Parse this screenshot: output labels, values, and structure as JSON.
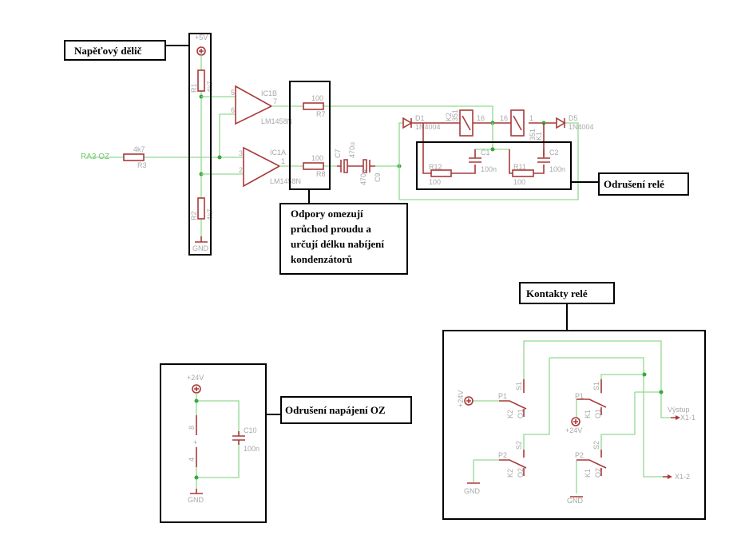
{
  "annotations": {
    "divider": "Napěťový dělič",
    "resistors_note": [
      "Odpory omezují",
      "průchod proudu a",
      "určují délku nabíjení",
      "kondenzátorů"
    ],
    "relay_filter": "Odrušení relé",
    "opamp_supply_filter": "Odrušení napájení OZ",
    "relay_contacts": "Kontakty relé"
  },
  "labels": {
    "vcc5": "+5V",
    "gnd": "GND",
    "vcc24": "+24V",
    "input_net": "RA3 OZ",
    "r1": "R1",
    "r1_val": "4k7",
    "r2": "R2",
    "r2_val": "4k7",
    "r3": "R3",
    "r3_val": "4k7",
    "r7": "R7",
    "r7_val": "100",
    "r8": "R8",
    "r8_val": "100",
    "r11": "R11",
    "r11_val": "100",
    "r12": "R12",
    "r12_val": "100",
    "ic1a": "IC1A",
    "ic1b": "IC1B",
    "ic_type": "LM1458N",
    "pin1": "1",
    "pin2": "2",
    "pin3": "3",
    "pin5": "5",
    "pin6": "6",
    "pin7": "7",
    "pin4": "4",
    "pin8": "8",
    "plus": "+",
    "c7": "C7",
    "c7_val": "470u",
    "c9": "C9",
    "c9_val": "470u",
    "c1": "C1",
    "c1_val": "100n",
    "c2": "C2",
    "c2_val": "100n",
    "c10": "C10",
    "c10_val": "100n",
    "d1": "D1",
    "d5": "D5",
    "diode_type": "1N4004",
    "k1": "K1",
    "k2": "K2",
    "relay_type": "351",
    "relay_pin16": "16",
    "relay_pin1": "1",
    "p1": "P1",
    "p2": "P2",
    "s1": "S1",
    "s2": "S2",
    "o1": "O1",
    "o2": "O2",
    "output": "Výstup",
    "x1_1": "X1-1",
    "x1_2": "X1-2"
  },
  "colors": {
    "wire": "#92d992",
    "component": "#a83a3a",
    "junction": "#3aa83a",
    "label": "#a8a8a8"
  }
}
